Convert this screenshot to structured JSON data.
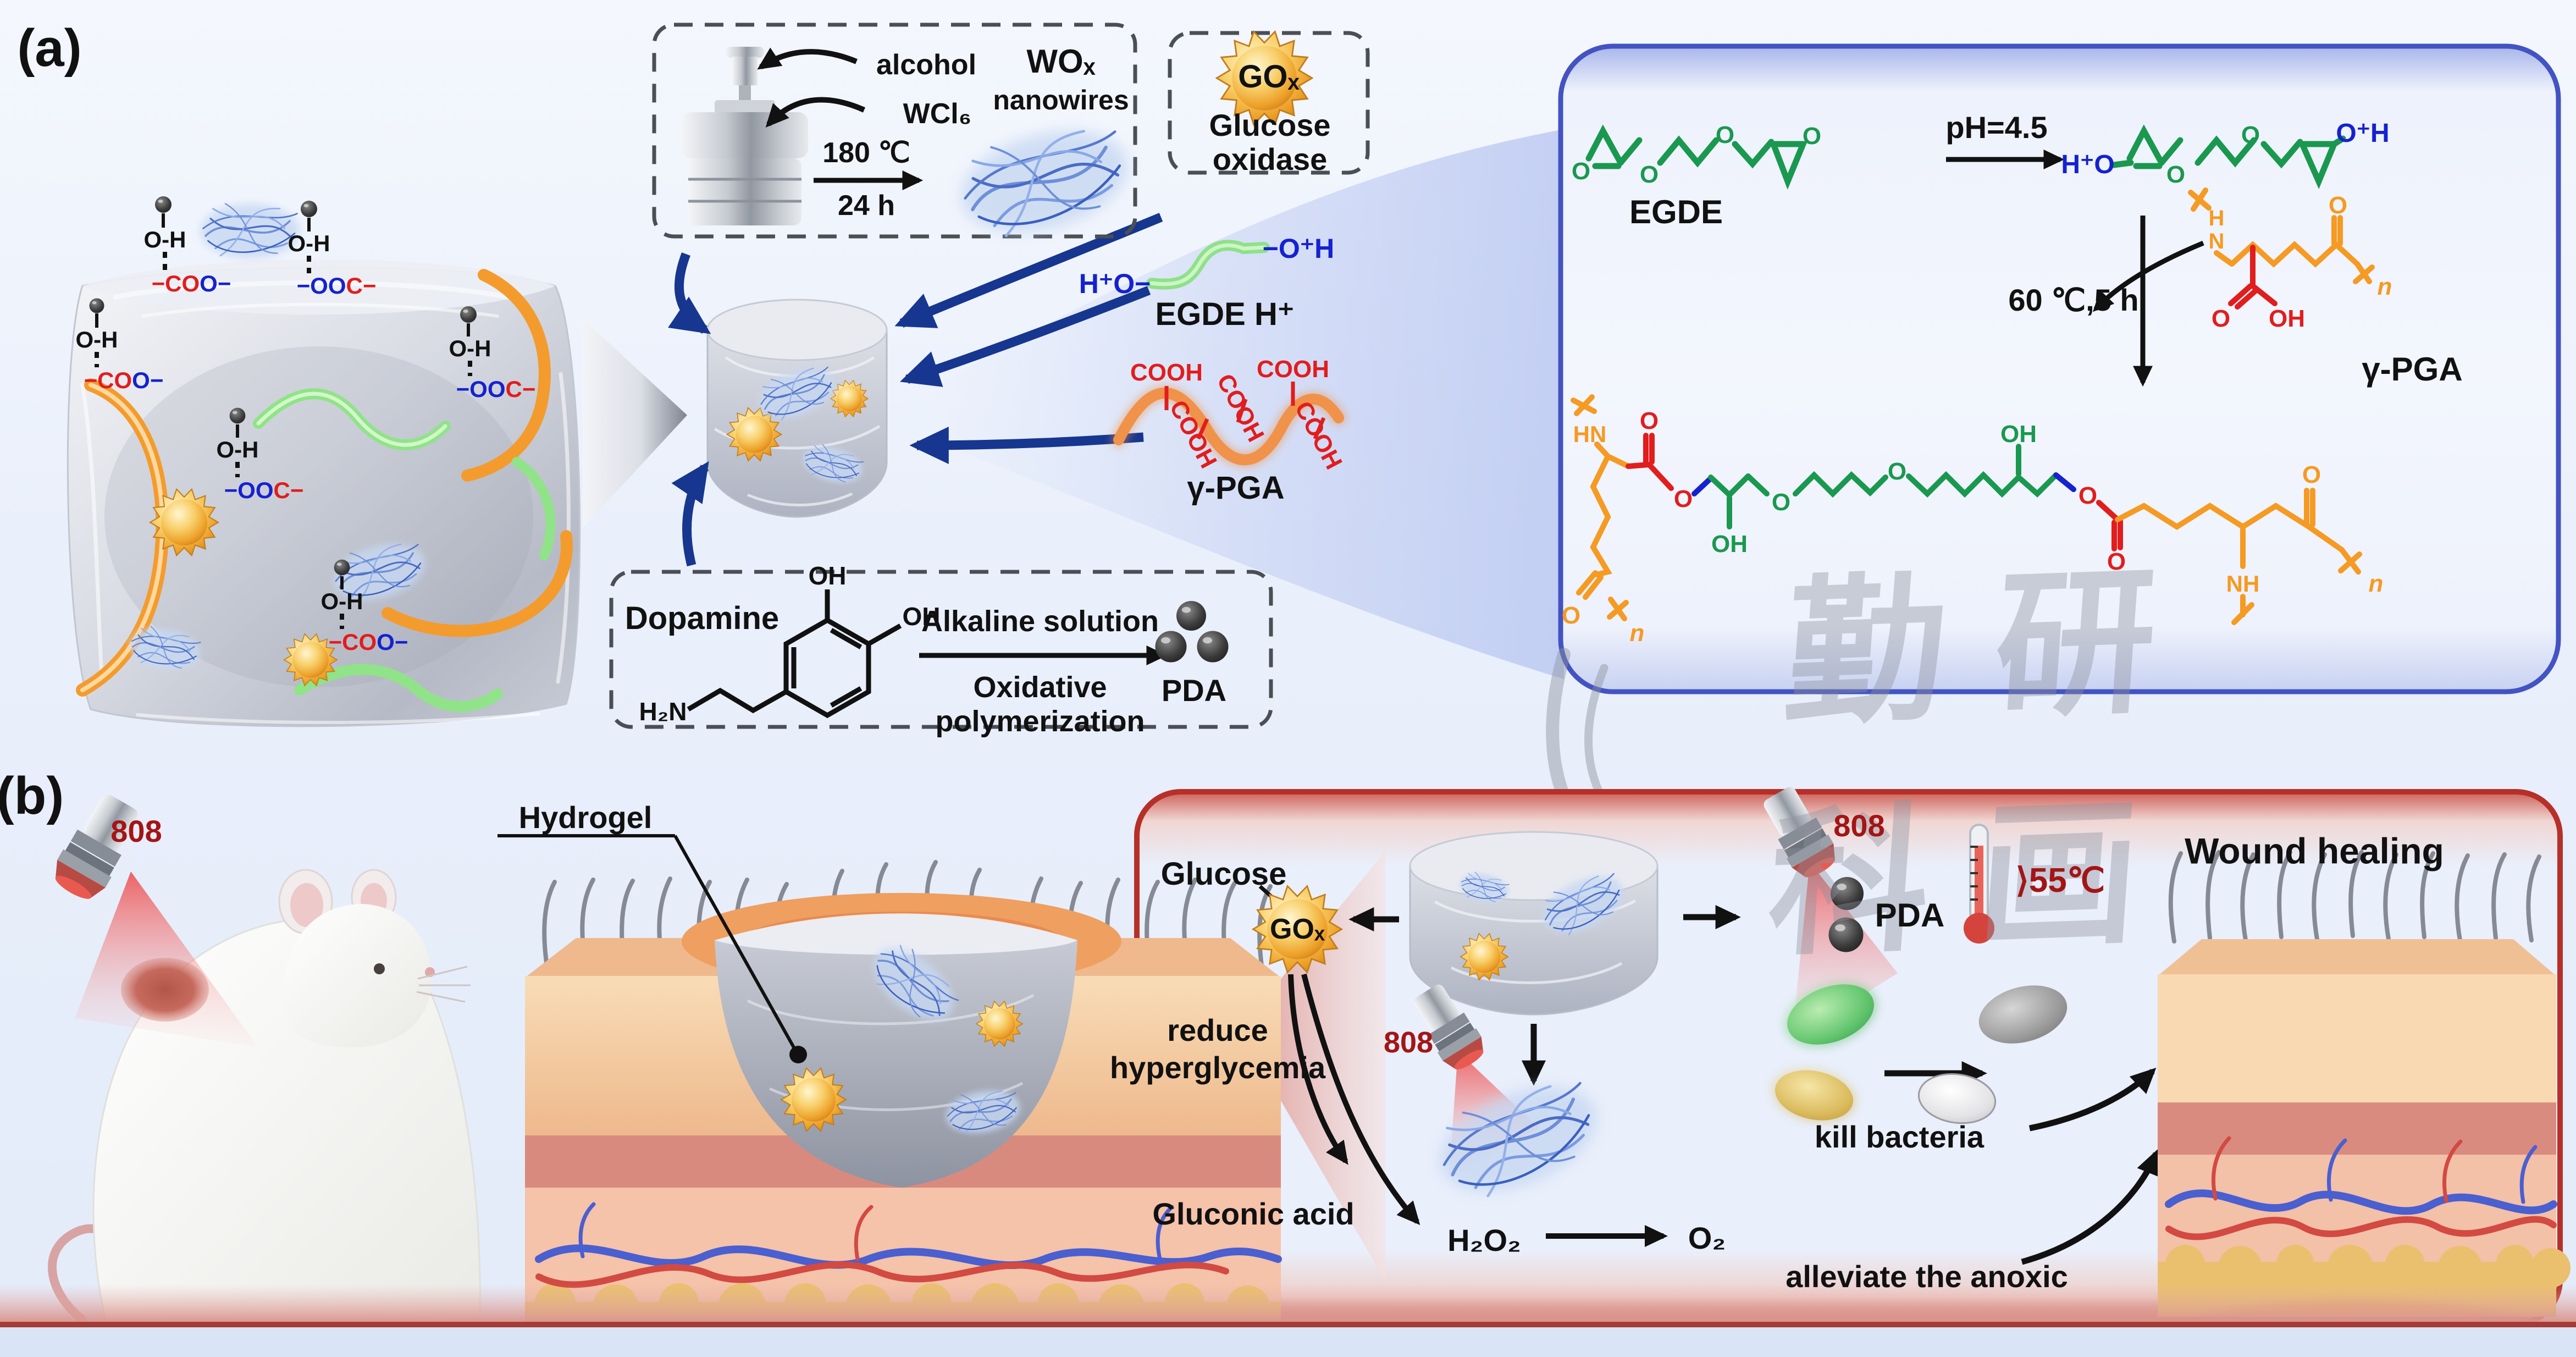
{
  "colors": {
    "arrow_blue": "#16368f",
    "text_red": "#e11d1d",
    "text_blue": "#1522cf",
    "dark_red": "#a31515",
    "green": "#1a9850",
    "orange": "#f59a23",
    "panel_a_border": "#4353c2",
    "panel_b_border": "#b63029"
  },
  "watermark": "勤研科画",
  "panel_a": {
    "label": "(a)",
    "synthesis_box": {
      "alcohol": "alcohol",
      "wcl6": "WCl₆",
      "temperature": "180 ℃",
      "time": "24 h",
      "product_name": "WOₓ",
      "product_type": "nanowires"
    },
    "gox_box": {
      "abbr": "GOₓ",
      "name_line1": "Glucose",
      "name_line2": "oxidase"
    },
    "egde_chain": {
      "left_end": "H⁺O−",
      "right_end": "−O⁺H",
      "label": "EGDE H⁺"
    },
    "gpga_chain": {
      "cooh": "COOH",
      "label": "γ-PGA"
    },
    "dopamine_box": {
      "name": "Dopamine",
      "oh": "OH",
      "h2n": "H₂N",
      "condition_top": "Alkaline solution",
      "condition_bottom_line1": "Oxidative",
      "condition_bottom_line2": "polymerization",
      "product": "PDA"
    },
    "cube_bonds": {
      "oh": "O-H",
      "co_red": "−CO",
      "o_blue": "O−",
      "oo_blue": "−OO",
      "c_red": "C−"
    },
    "scheme": {
      "egde_label": "EGDE",
      "o": "O",
      "ph": "pH=4.5",
      "protonated_left": "H⁺O",
      "protonated_right": "O⁺H",
      "condition": "60 ℃,5 h",
      "h": "H",
      "n_atom": "N",
      "hn": "HN",
      "nh": "NH",
      "repeat_n": "n",
      "oh": "OH",
      "cooh_o": "O",
      "cooh_oh": "OH",
      "pga_label": "γ-PGA"
    }
  },
  "panel_b": {
    "label": "(b)",
    "laser": "808",
    "hydrogel_label": "Hydrogel",
    "glucose": "Glucose",
    "gox": "GOₓ",
    "pda": "PDA",
    "temperature": "⟩55℃",
    "wound_healing": "Wound healing",
    "reduce_line1": "reduce",
    "reduce_line2": "hyperglycemia",
    "gluconic_acid": "Gluconic acid",
    "h2o2": "H₂O₂",
    "o2": "O₂",
    "kill_bacteria": "kill bacteria",
    "alleviate": "alleviate the anoxic"
  }
}
